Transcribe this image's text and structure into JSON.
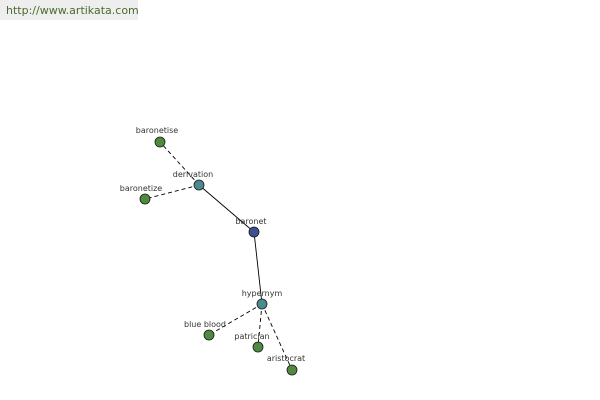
{
  "header": {
    "url": "http://www.artikata.com"
  },
  "colors": {
    "center": "#3f4f8f",
    "relation": "#4b8b8b",
    "leaf": "#4f8a3f",
    "stroke": "#1a1a1a",
    "edge": "#000000"
  },
  "graph": {
    "nodes": [
      {
        "id": "baronet",
        "label": "baronet",
        "kind": "center"
      },
      {
        "id": "derivation",
        "label": "derivation",
        "kind": "relation"
      },
      {
        "id": "hypernym",
        "label": "hypernym",
        "kind": "relation"
      },
      {
        "id": "baronetise",
        "label": "baronetise",
        "kind": "leaf"
      },
      {
        "id": "baronetize",
        "label": "baronetize",
        "kind": "leaf"
      },
      {
        "id": "blue-blood",
        "label": "blue blood",
        "kind": "leaf"
      },
      {
        "id": "patrician",
        "label": "patrician",
        "kind": "leaf"
      },
      {
        "id": "aristocrat",
        "label": "aristocrat",
        "kind": "leaf"
      }
    ],
    "edges": [
      {
        "from": "baronet",
        "to": "derivation",
        "style": "solid"
      },
      {
        "from": "baronet",
        "to": "hypernym",
        "style": "solid"
      },
      {
        "from": "derivation",
        "to": "baronetise",
        "style": "dashed"
      },
      {
        "from": "derivation",
        "to": "baronetize",
        "style": "dashed"
      },
      {
        "from": "hypernym",
        "to": "blue-blood",
        "style": "dashed"
      },
      {
        "from": "hypernym",
        "to": "patrician",
        "style": "dashed"
      },
      {
        "from": "hypernym",
        "to": "aristocrat",
        "style": "dashed"
      }
    ]
  }
}
